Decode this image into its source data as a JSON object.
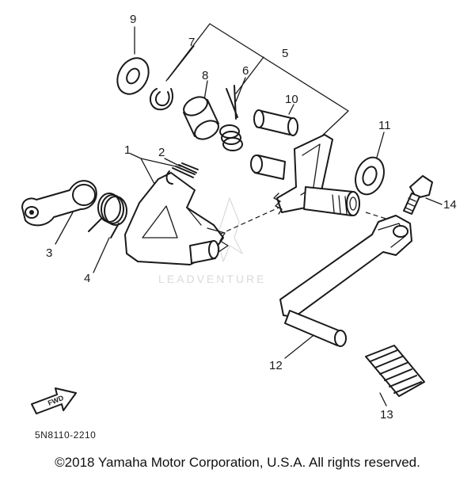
{
  "diagram": {
    "callouts": [
      "1",
      "2",
      "3",
      "4",
      "5",
      "6",
      "7",
      "8",
      "9",
      "10",
      "11",
      "12",
      "13",
      "14"
    ],
    "diagram_code": "5N8110-2210",
    "direction_label": "FWD",
    "watermark": "LEADVENTURE",
    "copyright": "©2018 Yamaha Motor Corporation, U.S.A. All rights reserved."
  }
}
